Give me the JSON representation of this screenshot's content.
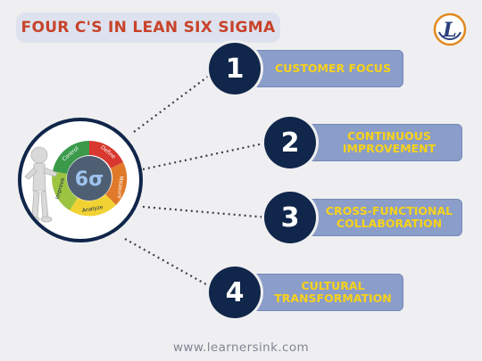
{
  "title": "FOUR C'S IN LEAN SIX SIGMA",
  "logo_letter": "L",
  "hub": {
    "symbol": "6σ",
    "cycle": [
      "Define",
      "Measure",
      "Analyze",
      "Improve",
      "Control"
    ]
  },
  "items": [
    {
      "number": "1",
      "label": "CUSTOMER FOCUS"
    },
    {
      "number": "2",
      "label": "CONTINUOUS IMPROVEMENT"
    },
    {
      "number": "3",
      "label": "CROSS-FUNCTIONAL COLLABORATION"
    },
    {
      "number": "4",
      "label": "CULTURAL TRANSFORMATION"
    }
  ],
  "footer": "www.learnersink.com",
  "colors": {
    "title": "#c8432a",
    "title_bg": "#dde2ee",
    "badge": "#10264a",
    "box": "#8b9dc9",
    "box_text": "#f7d21a"
  }
}
